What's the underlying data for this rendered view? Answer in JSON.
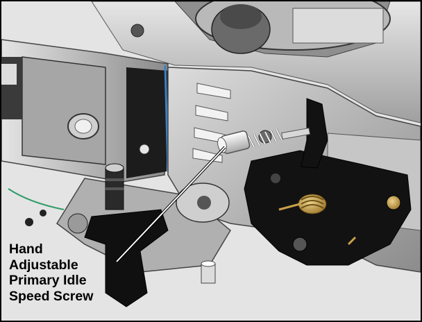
{
  "figure": {
    "callout_lines": [
      "Hand",
      "Adjustable",
      "Primary Idle",
      "Speed Screw"
    ],
    "colors": {
      "casting_light": "#d2d2d2",
      "casting_mid": "#a9a9a9",
      "casting_dark": "#6f6f6f",
      "lever_black": "#101010",
      "brass_spring": "#c9a24a",
      "fuel_line_blue": "#3b7fc4",
      "leader_line": "#ffffff"
    }
  }
}
